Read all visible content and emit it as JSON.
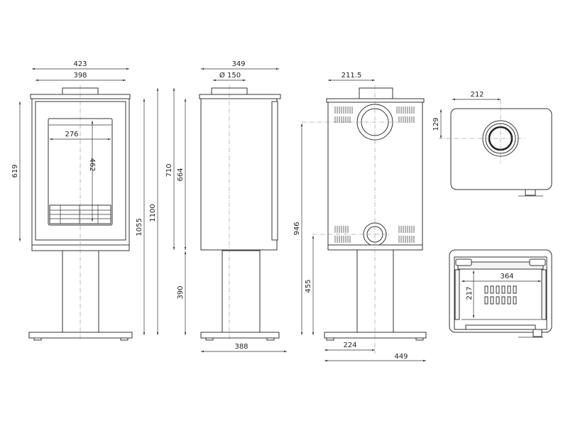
{
  "front_view": {
    "width_outer": "423",
    "width_inner": "398",
    "firebox_width": "276",
    "firebox_height": "462",
    "door_height": "619",
    "height_body": "1055",
    "height_total": "1100"
  },
  "side_view": {
    "depth": "349",
    "flue_diameter": "Ø 150",
    "height_flue_axis": "710",
    "body_height": "664",
    "pedestal_height": "390",
    "base_depth": "388"
  },
  "back_view": {
    "flue_offset": "211.5",
    "rear_flue_height_top": "946",
    "rear_flue_height_low": "455",
    "base_half_width": "224",
    "base_width": "449"
  },
  "top_view": {
    "flue_x": "212",
    "flue_y": "129"
  },
  "section_view": {
    "firebox_width": "364",
    "firebox_depth": "217"
  }
}
